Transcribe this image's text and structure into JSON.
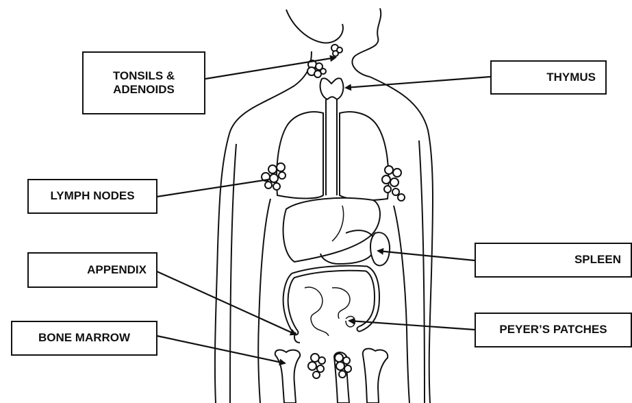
{
  "labels": {
    "tonsils_line1": "TONSILS &",
    "tonsils_line2": "ADENOIDS",
    "thymus": "THYMUS",
    "lymph_nodes": "LYMPH NODES",
    "spleen": "SPLEEN",
    "appendix": "APPENDIX",
    "peyers_patches": "PEYER’S PATCHES",
    "bone_marrow": "BONE MARROW"
  },
  "colors": {
    "line": "#111111",
    "faint": "#bdbdbd",
    "background": "#ffffff"
  }
}
